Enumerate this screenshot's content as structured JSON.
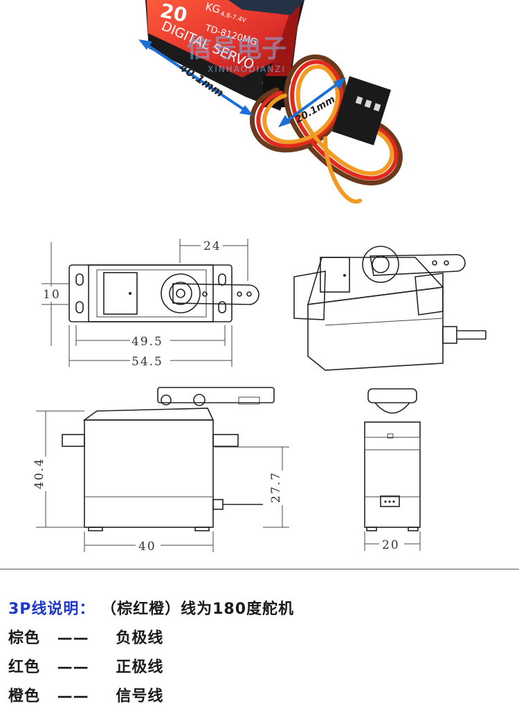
{
  "photo": {
    "brand_digit": "20",
    "kg_label": "KG",
    "voltage_label": "4.8-7.4V",
    "model": "TD-8120MG",
    "product_label": "DIGITAL SERVO",
    "dim_length": "40.1mm",
    "dim_width": "20.1mm",
    "watermark_cn": "信号电子",
    "watermark_en": "XINHAODIANZI",
    "colors": {
      "body_red": "#e0302a",
      "body_dark": "#b81f1c",
      "arrow_blue": "#1c6fd6"
    }
  },
  "drawing": {
    "top_view": {
      "horn_len": "24",
      "height": "10",
      "inner_width": "49.5",
      "outer_width": "54.5"
    },
    "side_view": {
      "height": "40.4",
      "lower_height": "27.7",
      "width": "40"
    },
    "end_view": {
      "width": "20"
    }
  },
  "legend": {
    "heading_key": "3P线说明：",
    "heading_text": "（棕红橙）线为180度舵机",
    "rows": [
      {
        "color": "棕色",
        "dash": "——",
        "meaning": "负极线"
      },
      {
        "color": "红色",
        "dash": "——",
        "meaning": "正极线"
      },
      {
        "color": "橙色",
        "dash": "——",
        "meaning": "信号线"
      }
    ]
  }
}
